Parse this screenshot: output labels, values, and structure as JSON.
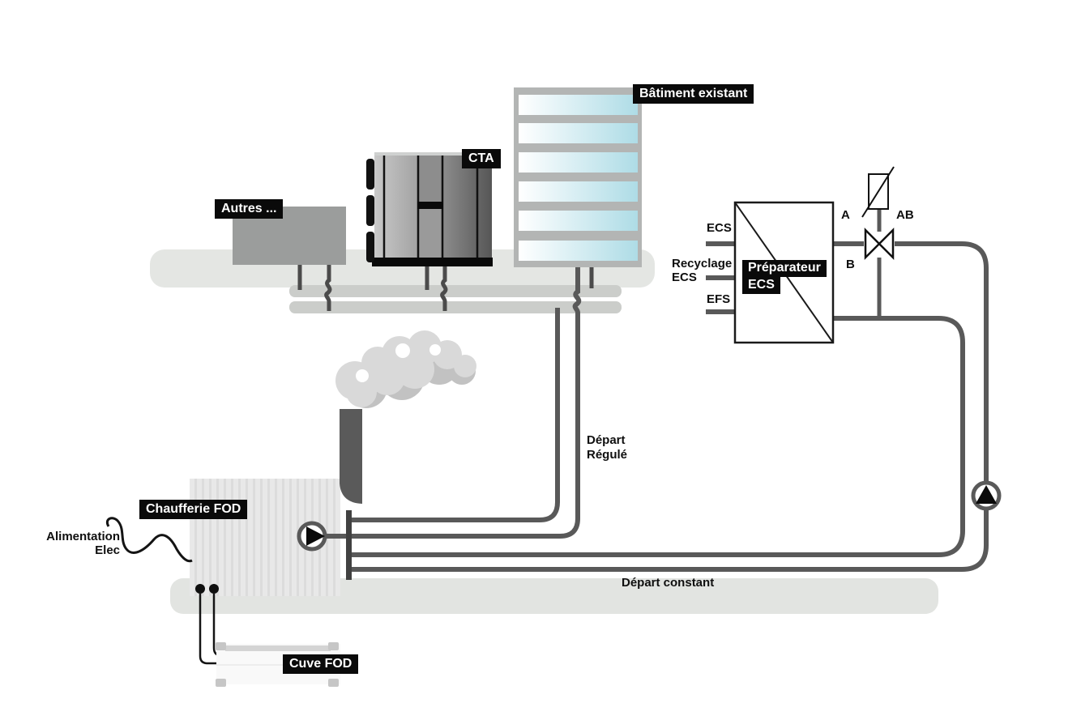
{
  "diagram": {
    "labels": {
      "batiment": "Bâtiment existant",
      "cta": "CTA",
      "autres": "Autres ...",
      "chaufferie": "Chaufferie FOD",
      "cuve": "Cuve FOD",
      "preparateur1": "Préparateur",
      "preparateur2": "ECS",
      "ecs": "ECS",
      "recyclage1": "Recyclage",
      "recyclage2": "ECS",
      "efs": "EFS",
      "port_a": "A",
      "port_ab": "AB",
      "port_b": "B",
      "regule1": "Départ",
      "regule2": "Régulé",
      "constant": "Départ constant",
      "alim1": "Alimentation",
      "alim2": "Elec"
    },
    "colors": {
      "pipe": "#595959",
      "platform": "#e4e6e3",
      "header_bar": "#cbcdca",
      "bottom_band": "#e2e4e1",
      "label_bg": "#0a0a0a",
      "label_text": "#ffffff",
      "window_blue": "#aedce6",
      "box_gray": "#9b9d9c",
      "building_frame": "#b3b5b4",
      "chimney": "#5a5a5a",
      "smoke": "#d9d9d9"
    }
  }
}
